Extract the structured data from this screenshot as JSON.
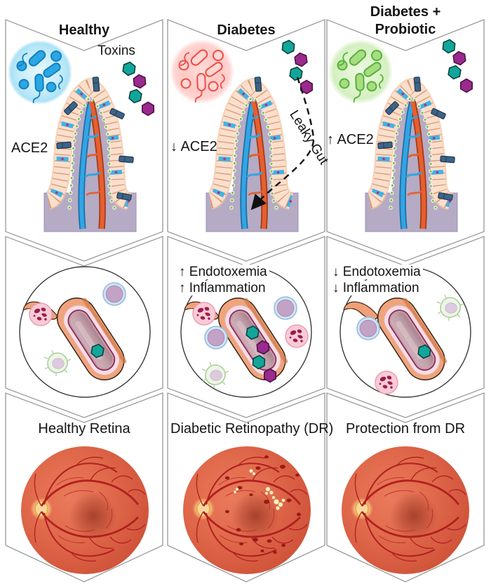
{
  "figure_type": "three-arm mechanism diagram: gut microbiome, circulation, retina outcome",
  "palette": {
    "toxin_teal": "#12a69a",
    "toxin_purple": "#9a2a8d",
    "healthy_bacteria_blue": "#2ba7e3",
    "diabetes_bacteria_red": "#ef4b45",
    "probiotic_bacteria_green": "#54b23a",
    "ace2_receptor_blue": "#3d6387",
    "panel_outline_gray": "#8e8e8e",
    "fundus_red": "#d65a40"
  },
  "columns": [
    {
      "title": "Healthy",
      "gut": {
        "microbiota": "healthy-blue",
        "toxins_label": "Toxins",
        "toxin_hexagons": [
          "teal",
          "purple",
          "teal",
          "purple"
        ],
        "ace2_label": "ACE2",
        "ace2_receptor_count": 6
      },
      "circulation": {
        "labels": [],
        "toxins_in_blood": [
          "teal"
        ],
        "immune_cells": [
          "monocyte-purple",
          "granulocyte-pink",
          "macrophage-green"
        ]
      },
      "retina": {
        "label": "Healthy Retina",
        "lesions": false
      }
    },
    {
      "title": "Diabetes",
      "gut": {
        "microbiota": "dysbiotic-red",
        "toxin_hexagons": [
          "teal",
          "purple",
          "teal",
          "purple"
        ],
        "ace2_label": "↓ ACE2",
        "leaky_gut_label": "Leaky Gut",
        "ace2_receptor_count": 1
      },
      "circulation": {
        "labels": [
          "↑ Endotoxemia",
          "↑ Inflammation"
        ],
        "toxins_in_blood": [
          "teal",
          "purple",
          "teal",
          "purple"
        ],
        "immune_cells": [
          "granulocyte-pink",
          "monocyte-purple",
          "macrophage-green",
          "monocyte-purple",
          "granulocyte-pink"
        ]
      },
      "retina": {
        "label": "Diabetic Retinopathy (DR)",
        "lesions": true
      }
    },
    {
      "title": "Diabetes + Probiotic",
      "gut": {
        "microbiota": "probiotic-green",
        "toxin_hexagons": [
          "teal",
          "purple",
          "teal",
          "purple"
        ],
        "ace2_label": "↑ ACE2",
        "ace2_receptor_count": 6
      },
      "circulation": {
        "labels": [
          "↓ Endotoxemia",
          "↓ Inflammation"
        ],
        "toxins_in_blood": [
          "teal"
        ],
        "immune_cells": [
          "macrophage-green",
          "monocyte-purple",
          "granulocyte-pink"
        ]
      },
      "retina": {
        "label": "Protection from DR",
        "lesions": false
      }
    }
  ]
}
